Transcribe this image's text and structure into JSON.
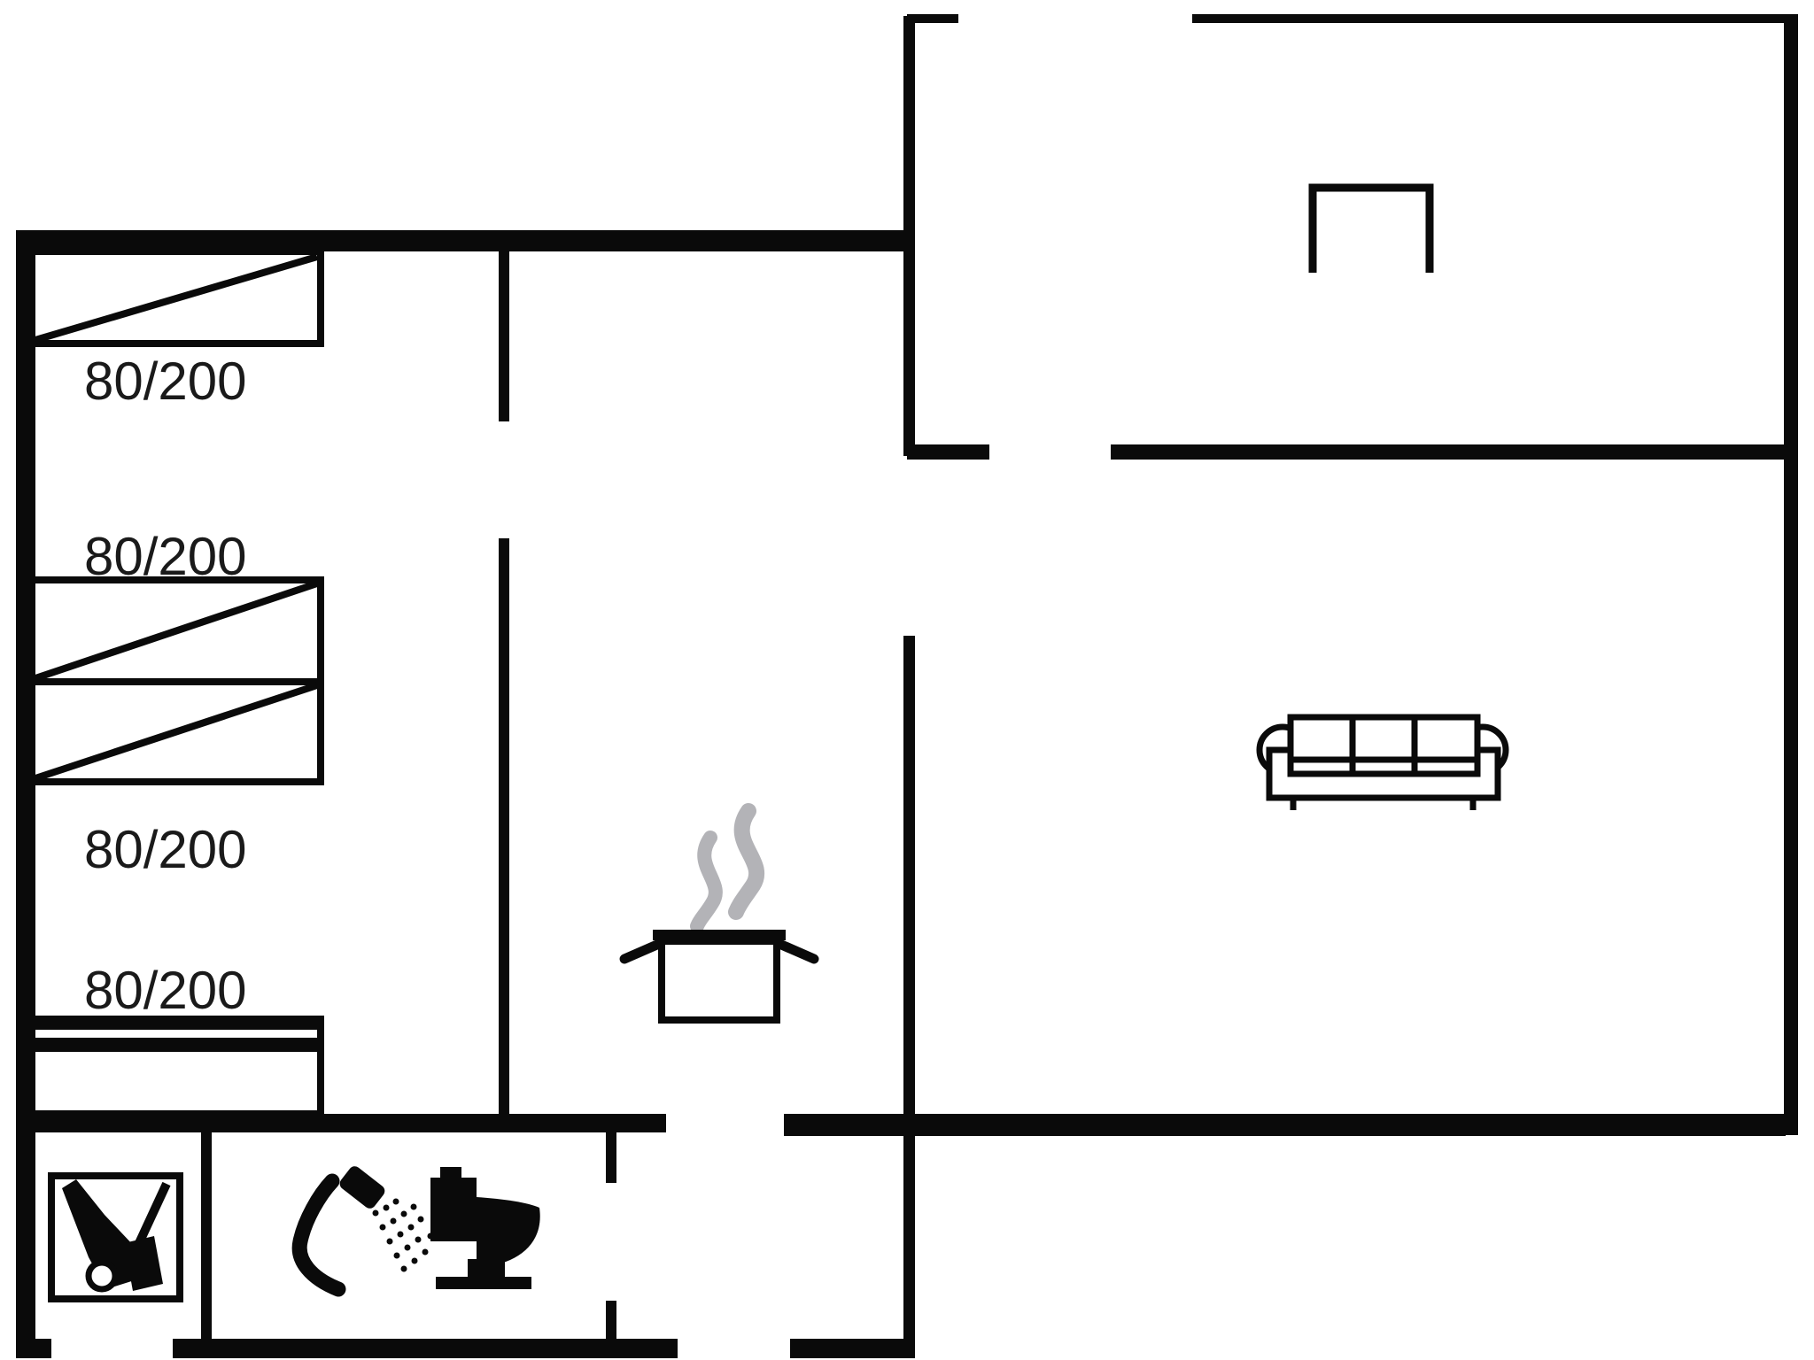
{
  "page": {
    "background": "#ffffff",
    "type": "floor-plan"
  },
  "colors": {
    "wall": "#0a0a0a",
    "icon": "#0a0a0a",
    "steam": "#b3b3b7",
    "label_text": "#1a1a1a"
  },
  "beds": [
    {
      "id": "bed-1",
      "label": "80/200"
    },
    {
      "id": "bed-2",
      "label": "80/200"
    },
    {
      "id": "bed-3",
      "label": "80/200"
    },
    {
      "id": "bed-4",
      "label": "80/200"
    }
  ],
  "rooms": [
    {
      "id": "bedroom",
      "features": [
        "bed-1",
        "bed-2",
        "bed-3",
        "bed-4"
      ]
    },
    {
      "id": "kitchen",
      "features": [
        "cooking-pot-icon",
        "steam-icon"
      ]
    },
    {
      "id": "living-room",
      "features": [
        "sofa-icon"
      ]
    },
    {
      "id": "upper-room",
      "features": [
        "fireplace-icon"
      ]
    },
    {
      "id": "bathroom",
      "features": [
        "shower-icon",
        "toilet-icon"
      ]
    },
    {
      "id": "utility-closet",
      "features": [
        "cleaning-equipment-icon"
      ]
    },
    {
      "id": "hallway",
      "features": [
        "entrance-opening"
      ]
    }
  ],
  "icons": [
    "cooking-pot-icon",
    "steam-icon",
    "sofa-icon",
    "fireplace-icon",
    "shower-icon",
    "toilet-icon",
    "cleaning-equipment-icon"
  ]
}
